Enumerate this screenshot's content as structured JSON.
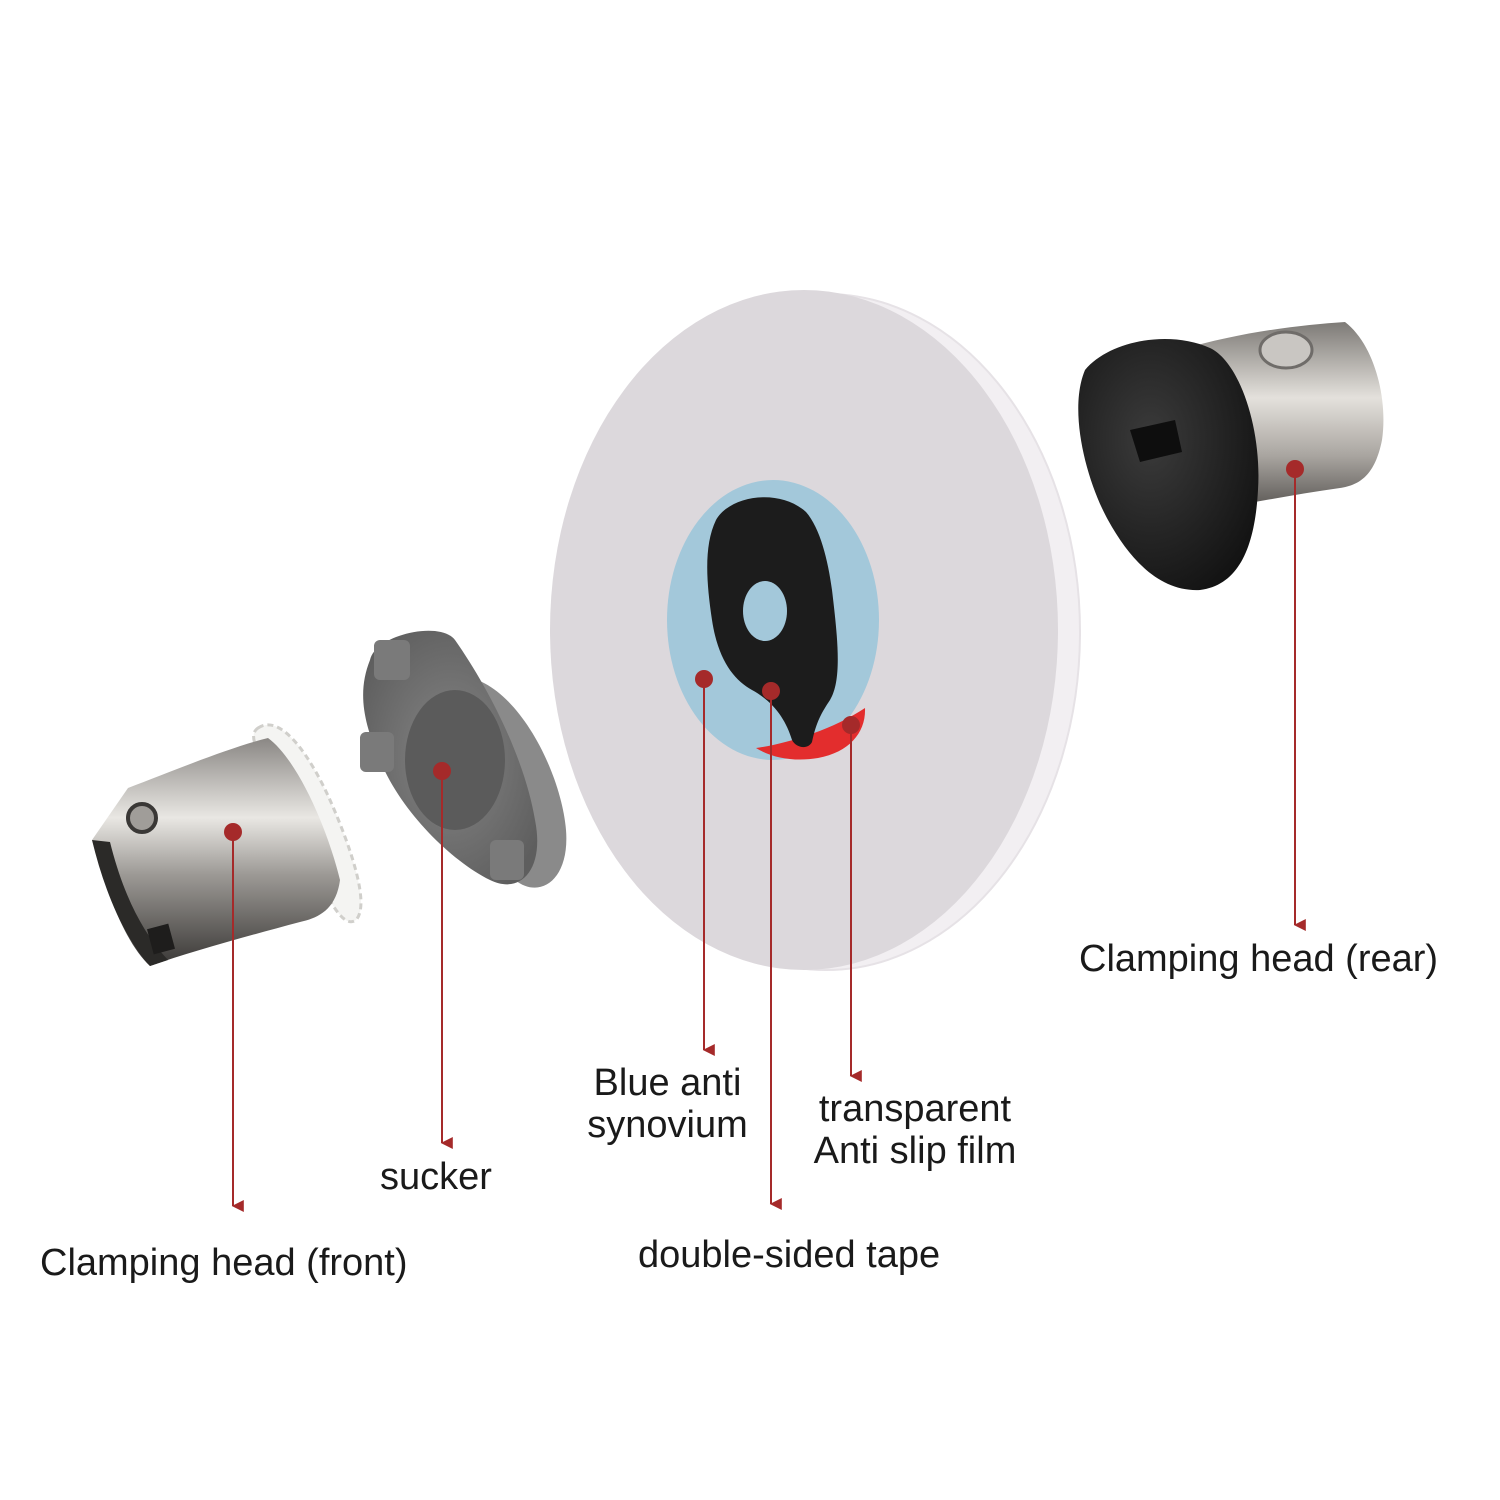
{
  "colors": {
    "leader": "#a52a2a",
    "disc": "#dcd8dc",
    "disc_edge": "#f2eff2",
    "blue_film": "#a3c8da",
    "red_tape": "#e32d2d",
    "black_part": "#1c1c1c",
    "metal": "#b9b6b2",
    "sucker": "#6e6e6e"
  },
  "labels": {
    "clamping_front": "Clamping head (front)",
    "sucker": "sucker",
    "blue_anti": "Blue anti\nsynovium",
    "transparent_film": "transparent\nAnti slip film",
    "double_sided_tape": "double-sided tape",
    "clamping_rear": "Clamping head (rear)"
  }
}
